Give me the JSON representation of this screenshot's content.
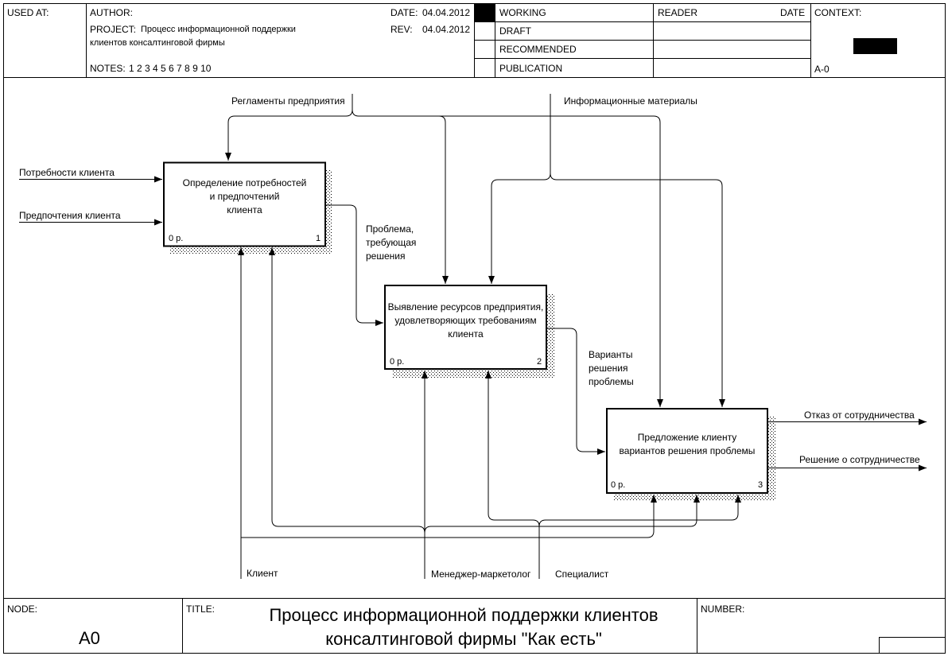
{
  "header": {
    "used_at": "USED AT:",
    "author_label": "AUTHOR:",
    "project_label": "PROJECT:",
    "project_line1": "Процесс информационной поддержки",
    "project_line2": "клиентов консалтинговой фирмы",
    "notes_label": "NOTES:",
    "notes_values": "1  2  3  4  5  6  7  8  9  10",
    "date_label": "DATE:",
    "date_value": "04.04.2012",
    "rev_label": "REV:",
    "rev_value": "04.04.2012",
    "status_working": "WORKING",
    "status_draft": "DRAFT",
    "status_recommended": "RECOMMENDED",
    "status_publication": "PUBLICATION",
    "reader_label": "READER",
    "reader_date_label": "DATE",
    "context_label": "CONTEXT:",
    "context_node": "A-0"
  },
  "boxes": [
    {
      "lines": [
        "Определение потребностей",
        "и предпочтений",
        "клиента"
      ],
      "cost": "0 р.",
      "number": "1"
    },
    {
      "lines": [
        "Выявление ресурсов предприятия,",
        "удовлетворяющих требованиям",
        "клиента"
      ],
      "cost": "0 р.",
      "number": "2"
    },
    {
      "lines": [
        "Предложение клиенту",
        "вариантов решения проблемы"
      ],
      "cost": "0 р.",
      "number": "3"
    }
  ],
  "arrows": {
    "control_regulations": "Регламенты предприятия",
    "control_info": "Информационные материалы",
    "input_needs": "Потребности клиента",
    "input_prefs": "Предпочтения клиента",
    "problem_line1": "Проблема,",
    "problem_line2": "требующая",
    "problem_line3": "решения",
    "variants_line1": "Варианты",
    "variants_line2": "решения",
    "variants_line3": "проблемы",
    "output_refusal": "Отказ от сотрудничества",
    "output_decision": "Решение о сотрудничестве",
    "mech_client": "Клиент",
    "mech_manager": "Менеджер-маркетолог",
    "mech_specialist": "Специалист"
  },
  "footer": {
    "node_label": "NODE:",
    "node_value": "A0",
    "title_label": "TITLE:",
    "title_line1": "Процесс информационной поддержки  клиентов",
    "title_line2": "консалтинговой фирмы \"Как есть\"",
    "number_label": "NUMBER:"
  }
}
